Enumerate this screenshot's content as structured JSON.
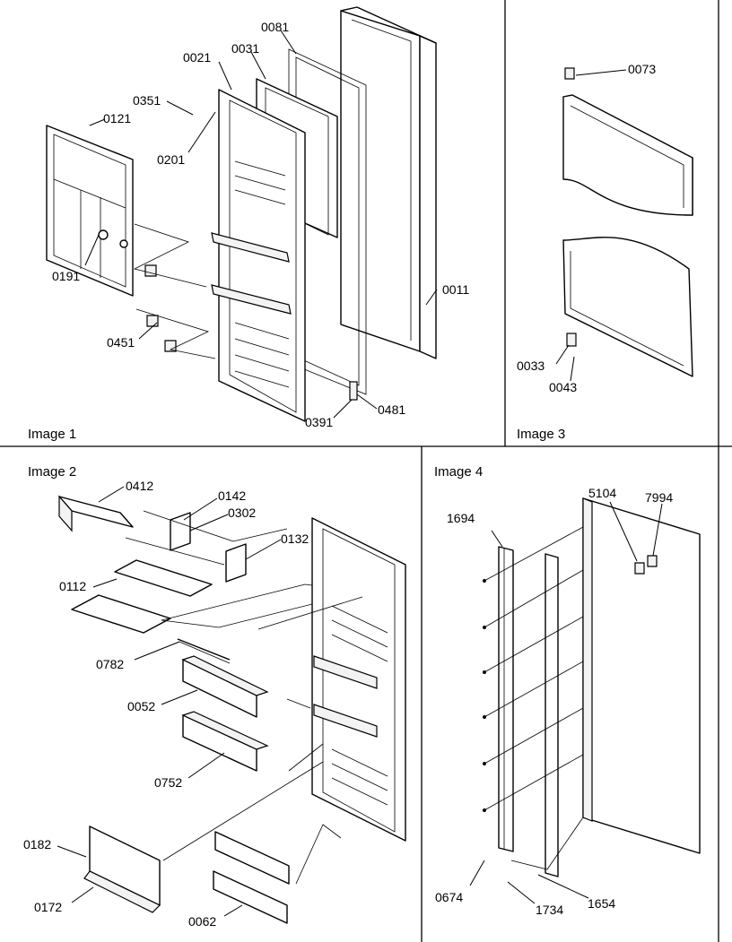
{
  "panels": [
    {
      "caption": "Image 1"
    },
    {
      "caption": "Image 2"
    },
    {
      "caption": "Image 3"
    },
    {
      "caption": "Image 4"
    }
  ],
  "callouts": {
    "image1": [
      "0081",
      "0021",
      "0031",
      "0351",
      "0121",
      "0201",
      "0191",
      "0451",
      "0011",
      "0391",
      "0481"
    ],
    "image3": [
      "0073",
      "0033",
      "0043"
    ],
    "image2": [
      "0412",
      "0142",
      "0302",
      "0132",
      "0112",
      "0782",
      "0052",
      "0752",
      "0182",
      "0172",
      "0062"
    ],
    "image4": [
      "5104",
      "7994",
      "1694",
      "0674",
      "1734",
      "1654"
    ]
  }
}
